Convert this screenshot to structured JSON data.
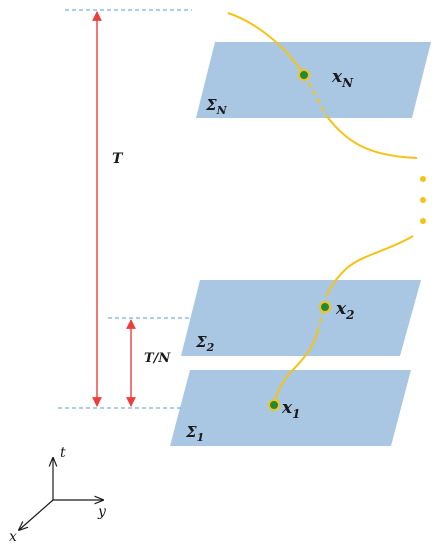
{
  "colors": {
    "plane_fill": "#a9c7e3",
    "trajectory": "#f5c316",
    "measure": "#ee3d3d",
    "guide_line": "#5b9bd5",
    "point_inner": "#1f8a3c",
    "point_ring": "#f5c316"
  },
  "labels": {
    "period": "T",
    "period_fraction": "T/N",
    "plane_N": "Σ",
    "plane_N_sub": "N",
    "plane_2": "Σ",
    "plane_2_sub": "2",
    "plane_1": "Σ",
    "plane_1_sub": "1",
    "point_N": "x",
    "point_N_sub": "N",
    "point_2": "x",
    "point_2_sub": "2",
    "point_1": "x",
    "point_1_sub": "1"
  },
  "axes": {
    "t": "t",
    "y": "y",
    "x": "x"
  },
  "ellipsis_dots": 3
}
